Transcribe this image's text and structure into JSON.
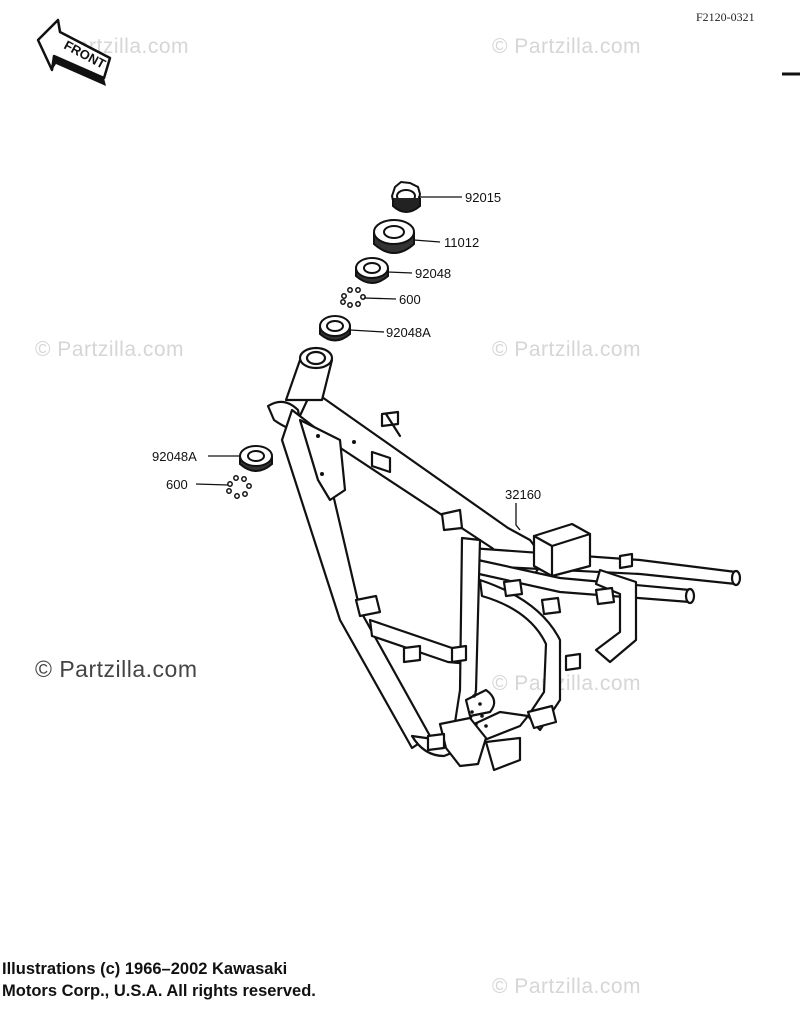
{
  "header": {
    "diagram_code": "F2120-0321",
    "front_marker": "FRONT"
  },
  "callouts": [
    {
      "id": "nut",
      "part_number": "92015"
    },
    {
      "id": "cover",
      "part_number": "11012"
    },
    {
      "id": "race-upper",
      "part_number": "92048"
    },
    {
      "id": "balls-upper",
      "part_number": "600"
    },
    {
      "id": "race-upper-a",
      "part_number": "92048A"
    },
    {
      "id": "race-lower-a",
      "part_number": "92048A"
    },
    {
      "id": "balls-lower",
      "part_number": "600"
    },
    {
      "id": "frame",
      "part_number": "32160"
    }
  ],
  "watermark": {
    "text": "© Partzilla.com"
  },
  "footer": {
    "copyright_line1": "Illustrations (c) 1966–2002 Kawasaki",
    "copyright_line2": "Motors Corp., U.S.A.  All rights reserved."
  }
}
